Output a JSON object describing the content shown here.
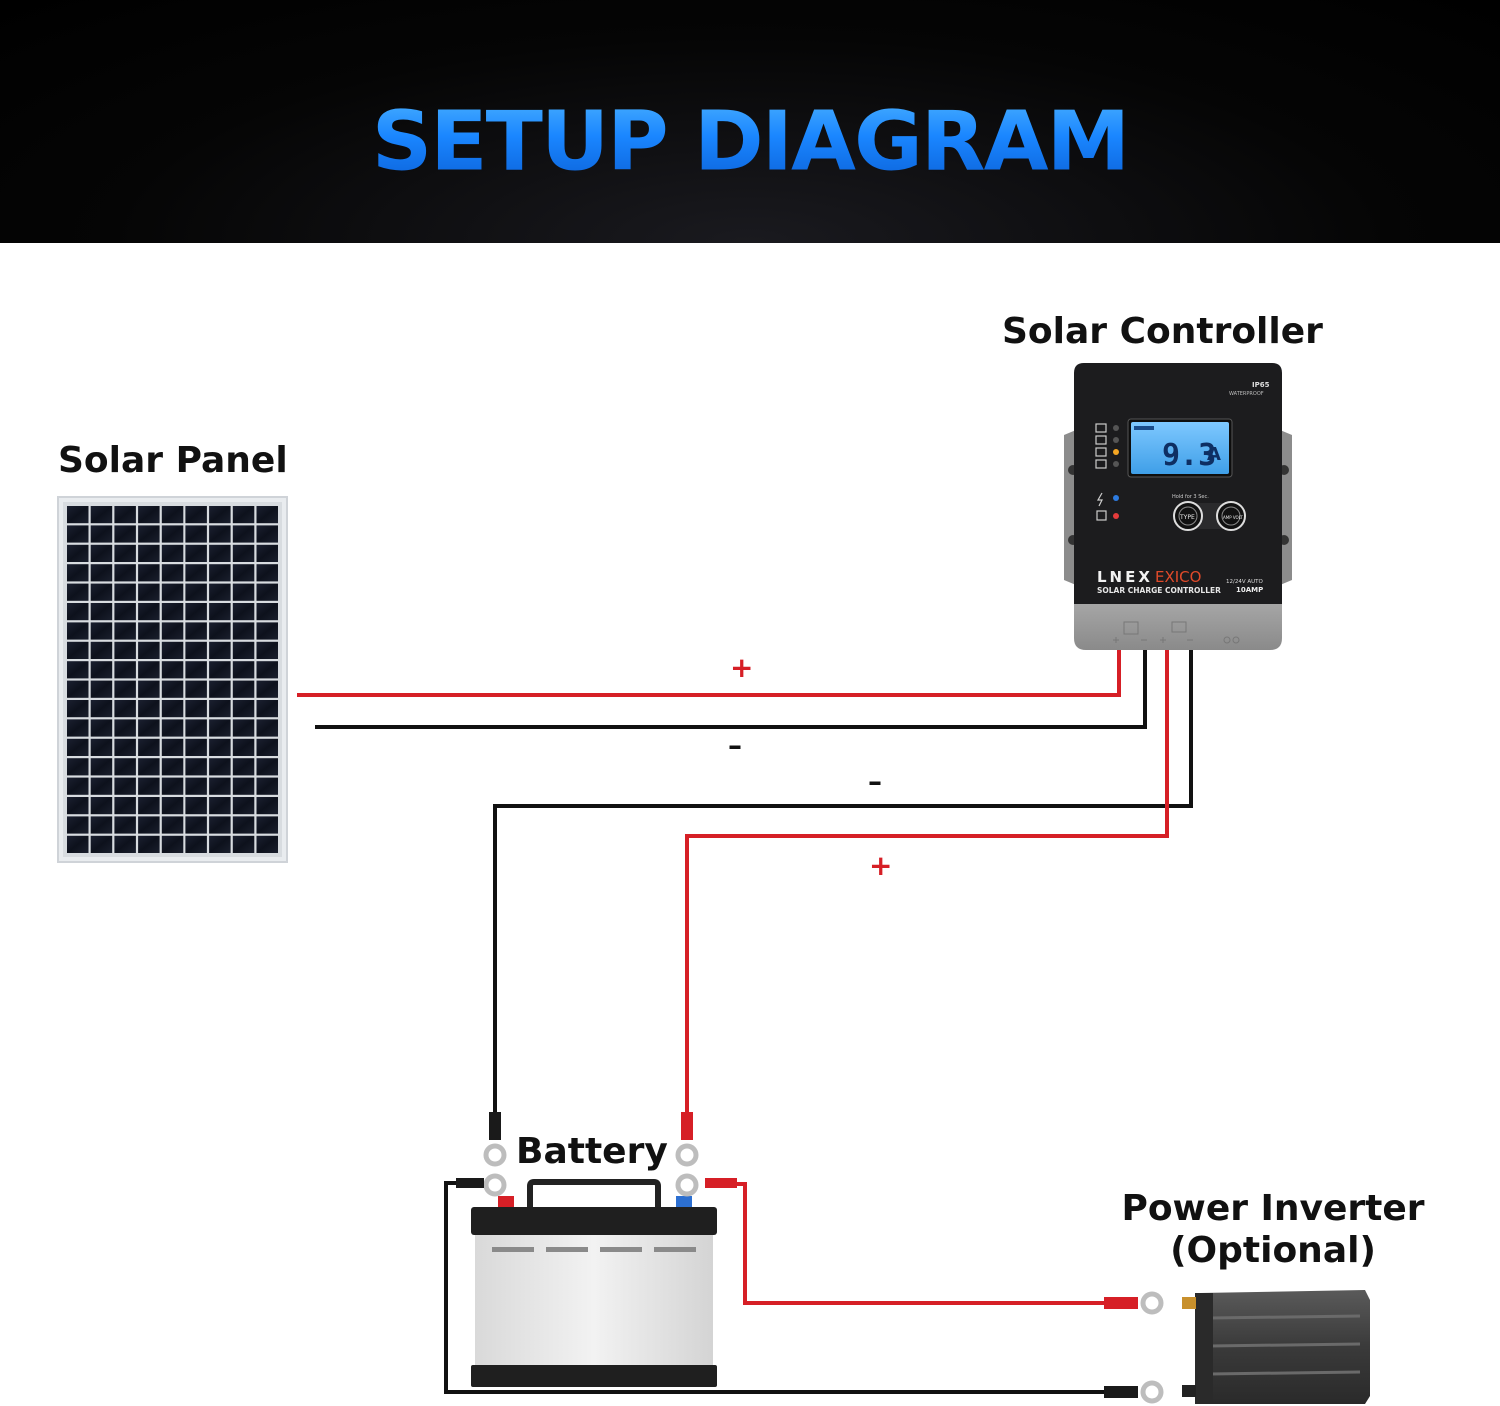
{
  "header": {
    "title": "SETUP DIAGRAM"
  },
  "labels": {
    "solar_panel": "Solar Panel",
    "solar_controller": "Solar Controller",
    "battery": "Battery",
    "inverter_line1": "Power Inverter",
    "inverter_line2": "(Optional)"
  },
  "wire_signs": {
    "panel_positive": "+",
    "panel_negative": "–",
    "battery_negative": "–",
    "battery_positive": "+"
  },
  "controller": {
    "brand_left": "LNEX",
    "brand_right": "EXICO",
    "model": "SOLAR CHARGE CONTROLLER",
    "spec_voltage": "12/24V AUTO",
    "spec_amp": "10AMP",
    "lcd_value": "9.3",
    "lcd_unit": "A",
    "rating": "IP65",
    "waterproof": "WATERPROOF",
    "hold_text": "Hold for 3 Sec.",
    "button_type": "TYPE",
    "button_ampvolt": "AMP VOLT"
  },
  "colors": {
    "positive_wire": "#d61f26",
    "negative_wire": "#111111",
    "header_accent": "#1a86ff"
  }
}
